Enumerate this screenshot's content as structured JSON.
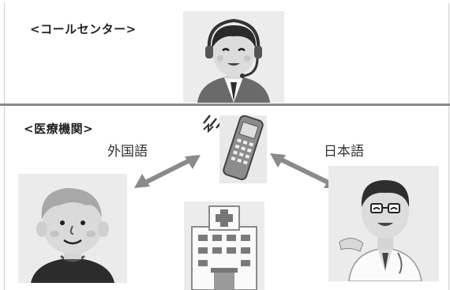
{
  "call_center": {
    "label": "<コールセンター>"
  },
  "medical": {
    "label": "<医療機関>"
  },
  "languages": {
    "foreign": "外国語",
    "japanese": "日本語"
  },
  "icons": {
    "operator": "call-center-operator-icon",
    "phone": "mobile-phone-icon",
    "patient": "foreign-patient-icon",
    "doctor": "doctor-icon",
    "hospital": "hospital-building-icon",
    "arrow": "double-headed-arrow-icon"
  }
}
